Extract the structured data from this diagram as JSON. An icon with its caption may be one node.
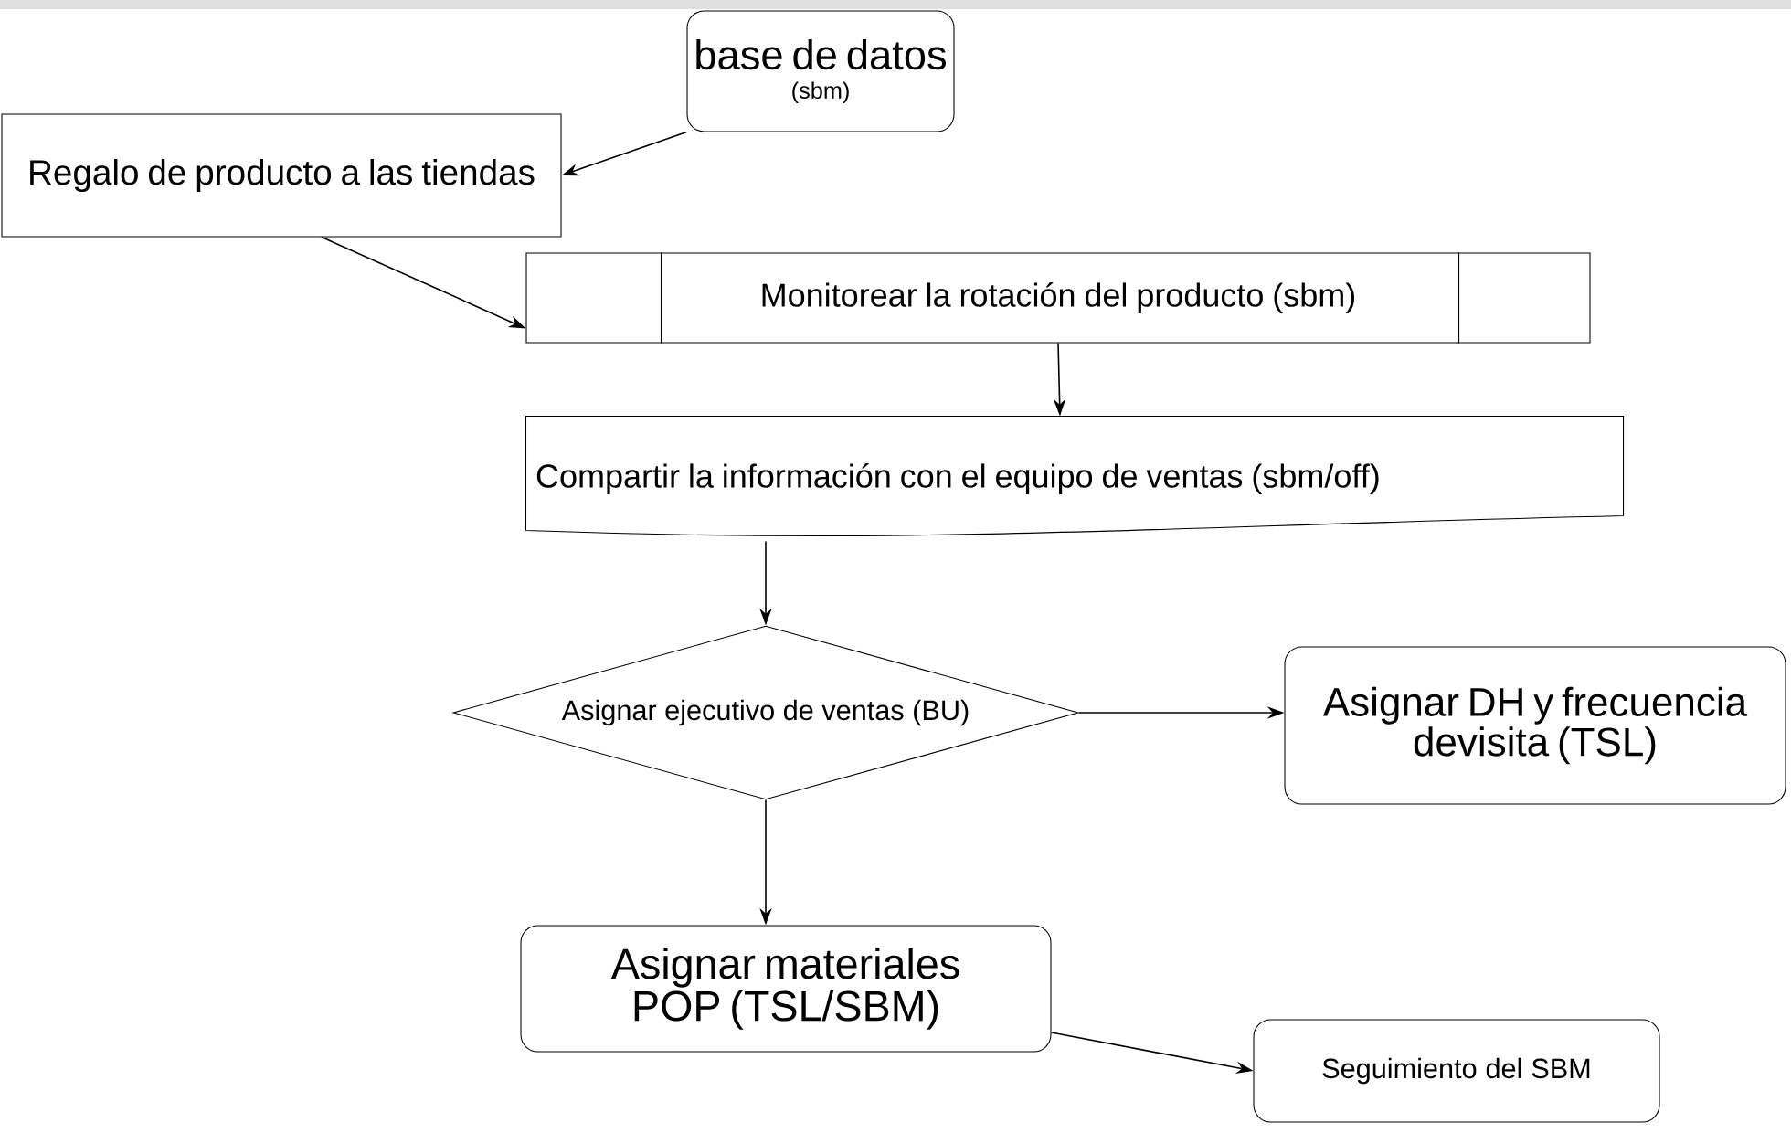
{
  "diagram": {
    "nodes": [
      {
        "text": [
          "base de datos",
          "(sbm)"
        ]
      },
      {
        "text": [
          "Regalo de producto a las tiendas"
        ]
      },
      {
        "text": [
          "Monitorear la rotación del producto (sbm)"
        ]
      },
      {
        "text": [
          "Compartir la información con el equipo de ventas (sbm/off)"
        ]
      },
      {
        "text": [
          "Asignar ejecutivo de ventas (BU)"
        ]
      },
      {
        "text": [
          "Asignar DH y frecuencia devisita (TSL)"
        ]
      },
      {
        "text": [
          "Asignar materiales POP (TSL/SBM)"
        ]
      },
      {
        "text": [
          "Seguimiento del SBM"
        ]
      }
    ],
    "edges": [
      {
        "from": 0,
        "to": 1,
        "arrow": "to"
      },
      {
        "from": 1,
        "to": 2,
        "arrow": "to"
      },
      {
        "from": 2,
        "to": 3,
        "arrow": "to"
      },
      {
        "from": 3,
        "to": 4,
        "arrow": "to"
      },
      {
        "from": 4,
        "to": 5,
        "arrow": "to"
      },
      {
        "from": 4,
        "to": 6,
        "arrow": "to"
      },
      {
        "from": 6,
        "to": 7,
        "arrow": "to"
      }
    ]
  }
}
